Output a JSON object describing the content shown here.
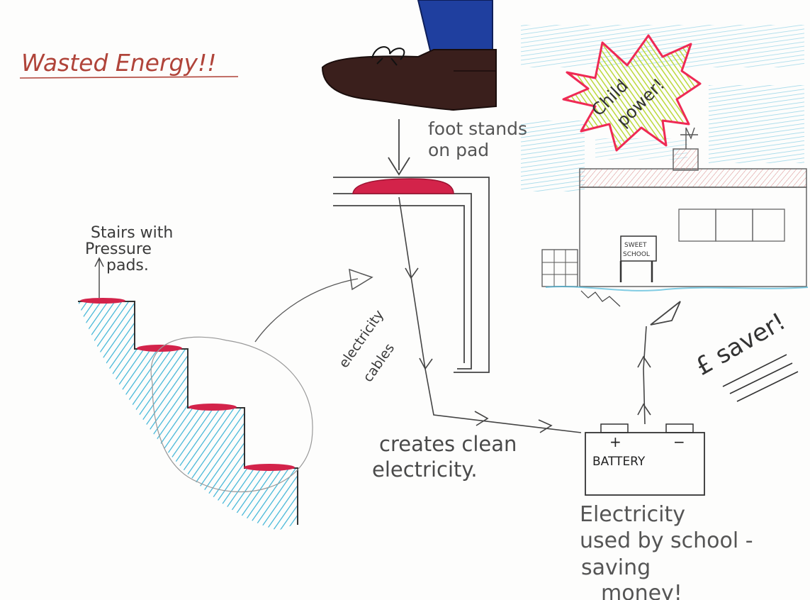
{
  "title": "Wasted Energy!!",
  "labels": {
    "foot_caption_line1": "foot stands",
    "foot_caption_line2": "on pad",
    "stairs_caption_line1": "Stairs with",
    "stairs_caption_line2": "Pressure",
    "stairs_caption_line3": "pads.",
    "cables_line1": "electricity",
    "cables_line2": "cables",
    "clean_line1": "creates clean",
    "clean_line2": "electricity.",
    "battery_label": "BATTERY",
    "battery_plus": "+",
    "battery_minus": "−",
    "school_sign_line1": "SWEET",
    "school_sign_line2": "SCHOOL",
    "burst_line1": "Child",
    "burst_line2": "power!",
    "saver": "£ saver!",
    "bottom_line1": "Electricity",
    "bottom_line2": "used by school -",
    "bottom_line3": "saving",
    "bottom_line4": "money!"
  },
  "colors": {
    "title": "#b0443a",
    "stairs_hatch": "#3bb3d6",
    "pad_red": "#d3234a",
    "shoe": "#3a1f1c",
    "trouser": "#1f3f9f",
    "burst_fill": "#c9e04a",
    "burst_outline": "#ef2a55",
    "sky": "#4bb7d8",
    "ink": "#3a3a3a"
  }
}
